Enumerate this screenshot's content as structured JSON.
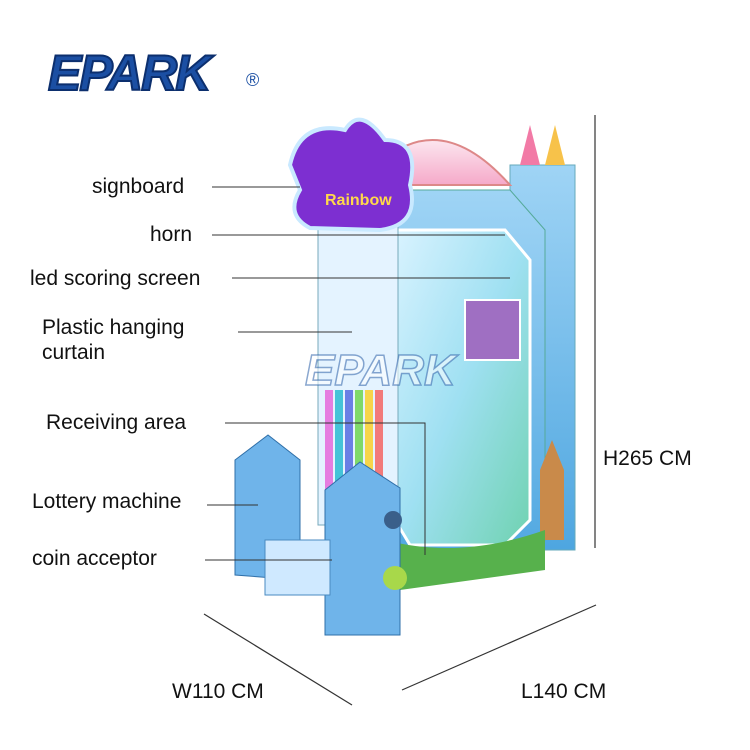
{
  "brand": {
    "logo": "EPARK",
    "registered": "®"
  },
  "labels": {
    "signboard": "signboard",
    "horn": "horn",
    "led_screen": "led scoring screen",
    "curtain_line1": "Plastic hanging",
    "curtain_line2": "curtain",
    "receiving_area": "Receiving area",
    "lottery_machine": "Lottery machine",
    "coin_acceptor": "coin acceptor"
  },
  "sign_text": "Rainbow",
  "watermark": "EPARK",
  "dimensions": {
    "height": "H265 CM",
    "width": "W110 CM",
    "length": "L140 CM"
  }
}
